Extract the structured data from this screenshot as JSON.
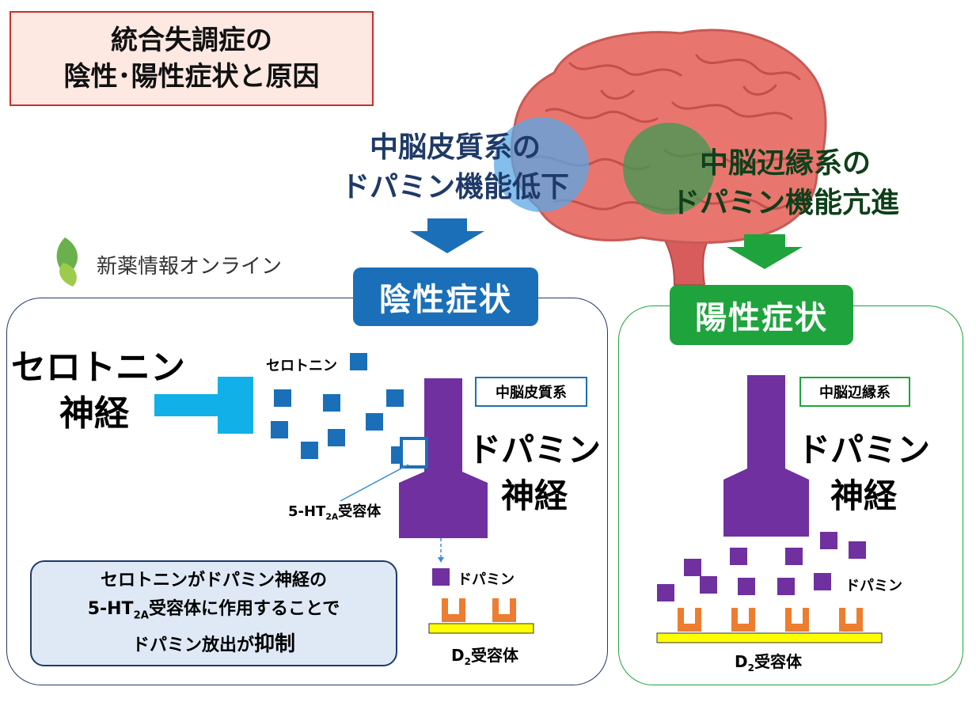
{
  "title": {
    "line1": "統合失調症の",
    "line2": "陰性･陽性症状と原因"
  },
  "logo": {
    "text": "新薬情報オンライン"
  },
  "left_heading": {
    "line1": "中脳皮質系の",
    "line2": "ドパミン機能低下"
  },
  "right_heading": {
    "line1": "中脳辺縁系の",
    "line2": "ドパミン機能亢進"
  },
  "left_badge": "陰性症状",
  "right_badge": "陽性症状",
  "left_panel": {
    "serotonin_neuron": {
      "line1": "セロトニン",
      "line2": "神経"
    },
    "serotonin_label": "セロトニン",
    "pathway_label": "中脳皮質系",
    "dopamine_neuron": {
      "line1": "ドパミン",
      "line2": "神経"
    },
    "receptor_5ht": {
      "prefix": "5-HT",
      "sub": "2A",
      "suffix": "受容体"
    },
    "dopamine_label": "ドパミン",
    "d2_receptor": {
      "prefix": "D",
      "sub": "2",
      "suffix": "受容体"
    },
    "info": {
      "line1": "セロトニンがドパミン神経の",
      "line2_prefix": "5-HT",
      "line2_sub": "2A",
      "line2_suffix": "受容体に作用することで",
      "line3_prefix": "ドパミン放出が",
      "line3_strong": "抑制"
    }
  },
  "right_panel": {
    "pathway_label": "中脳辺縁系",
    "dopamine_neuron": {
      "line1": "ドパミン",
      "line2": "神経"
    },
    "dopamine_label": "ドパミン",
    "d2_receptor": {
      "prefix": "D",
      "sub": "2",
      "suffix": "受容体"
    }
  },
  "colors": {
    "negative_blue": "#1b6fb8",
    "positive_green": "#1fa43d",
    "dopamine_purple": "#7030a0",
    "serotonin_blue": "#1b6fb8",
    "serotonin_neuron": "#12b0e8",
    "receptor_orange": "#ed7d31",
    "membrane_yellow": "#ffff00",
    "brain_pink": "#e8766f"
  }
}
